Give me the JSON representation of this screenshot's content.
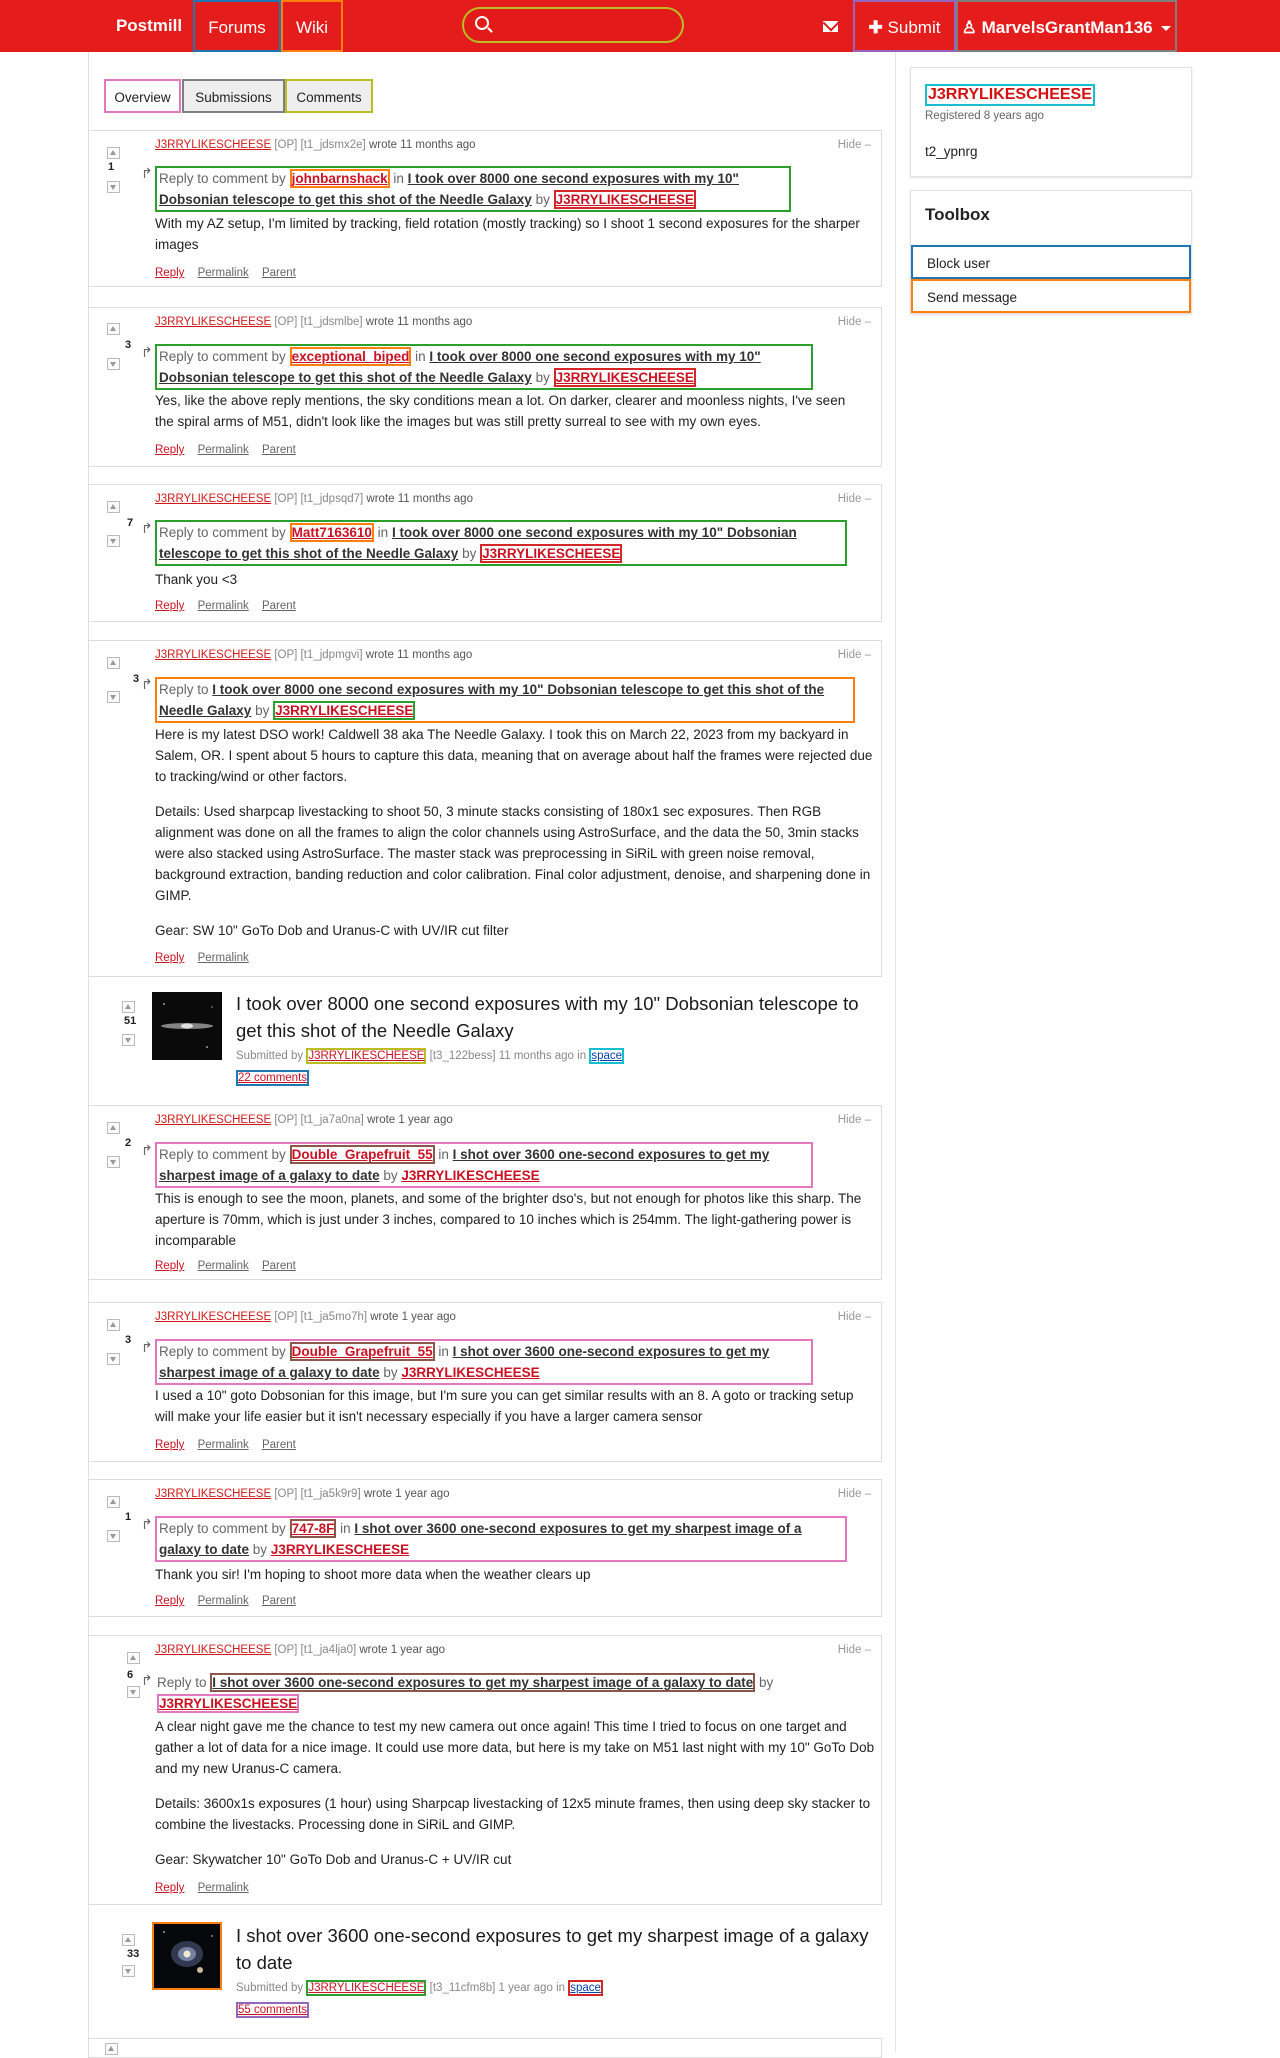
{
  "nav": {
    "brand": "Postmill",
    "forums": "Forums",
    "wiki": "Wiki",
    "search_placeholder": "",
    "submit": "Submit",
    "user": "MarvelsGrantMan136"
  },
  "tabs": [
    "Overview",
    "Submissions",
    "Comments"
  ],
  "sidebar": {
    "username": "J3RRYLIKESCHEESE",
    "registered": "Registered 8 years ago",
    "user_id": "t2_ypnrg",
    "toolbox_title": "Toolbox",
    "block_user": "Block user",
    "send_message": "Send message"
  },
  "labels": {
    "op": "[OP]",
    "wrote": "wrote",
    "hide": "Hide –",
    "reply_to_comment_by": "Reply to comment by",
    "reply_to": "Reply to",
    "in": "in",
    "by": "by",
    "reply": "Reply",
    "permalink": "Permalink",
    "parent": "Parent",
    "submitted_by": "Submitted by",
    "in_word": "in"
  },
  "comments": [
    {
      "author": "J3RRYLIKESCHEESE",
      "id": "[t1_jdsmx2e]",
      "time": "11 months ago",
      "score": "1",
      "reply_user": "johnbarnshack",
      "post": "I took over 8000 one second exposures with my 10\" Dobsonian telescope to get this shot of the Needle Galaxy",
      "post_author": "J3RRYLIKESCHEESE",
      "body": [
        "With my AZ setup, I'm limited by tracking, field rotation (mostly tracking) so I shoot 1 second exposures for the sharper images"
      ]
    },
    {
      "author": "J3RRYLIKESCHEESE",
      "id": "[t1_jdsmlbe]",
      "time": "11 months ago",
      "score": "3",
      "reply_user": "exceptional_biped",
      "post": "I took over 8000 one second exposures with my 10\" Dobsonian telescope to get this shot of the Needle Galaxy",
      "post_author": "J3RRYLIKESCHEESE",
      "body": [
        "Yes, like the above reply mentions, the sky conditions mean a lot. On darker, clearer and moonless nights, I've seen the spiral arms of M51, didn't look like the images but was still pretty surreal to see with my own eyes."
      ]
    },
    {
      "author": "J3RRYLIKESCHEESE",
      "id": "[t1_jdpsqd7]",
      "time": "11 months ago",
      "score": "7",
      "reply_user": "Matt7163610",
      "post": "I took over 8000 one second exposures with my 10\" Dobsonian telescope to get this shot of the Needle Galaxy",
      "post_author": "J3RRYLIKESCHEESE",
      "body": [
        "Thank you <3"
      ]
    },
    {
      "author": "J3RRYLIKESCHEESE",
      "id": "[t1_jdpmgvi]",
      "time": "11 months ago",
      "score": "3",
      "post": "I took over 8000 one second exposures with my 10\" Dobsonian telescope to get this shot of the Needle Galaxy",
      "post_author": "J3RRYLIKESCHEESE",
      "body": [
        "Here is my latest DSO work! Caldwell 38 aka The Needle Galaxy. I took this on March 22, 2023 from my backyard in Salem, OR. I spent about 5 hours to capture this data, meaning that on average about half the frames were rejected due to tracking/wind or other factors.",
        "Details: Used sharpcap livestacking to shoot 50, 3 minute stacks consisting of 180x1 sec exposures. Then RGB alignment was done on all the frames to align the color channels using AstroSurface, and the data the 50, 3min stacks were also stacked using AstroSurface. The master stack was preprocessing in SiRiL with green noise removal, background extraction, banding reduction and color calibration. Final color adjustment, denoise, and sharpening done in GIMP.",
        "Gear: SW 10\" GoTo Dob and Uranus-C with UV/IR cut filter"
      ]
    },
    {
      "author": "J3RRYLIKESCHEESE",
      "id": "[t1_ja7a0na]",
      "time": "1 year ago",
      "score": "2",
      "reply_user": "Double_Grapefruit_55",
      "post": "I shot over 3600 one-second exposures to get my sharpest image of a galaxy to date",
      "post_author": "J3RRYLIKESCHEESE",
      "body": [
        "This is enough to see the moon, planets, and some of the brighter dso's, but not enough for photos like this sharp. The aperture is 70mm, which is just under 3 inches, compared to 10 inches which is 254mm. The light-gathering power is incomparable"
      ]
    },
    {
      "author": "J3RRYLIKESCHEESE",
      "id": "[t1_ja5mo7h]",
      "time": "1 year ago",
      "score": "3",
      "reply_user": "Double_Grapefruit_55",
      "post": "I shot over 3600 one-second exposures to get my sharpest image of a galaxy to date",
      "post_author": "J3RRYLIKESCHEESE",
      "body": [
        "I used a 10\" goto Dobsonian for this image, but I'm sure you can get similar results with an 8. A goto or tracking setup will make your life easier but it isn't necessary especially if you have a larger camera sensor"
      ]
    },
    {
      "author": "J3RRYLIKESCHEESE",
      "id": "[t1_ja5k9r9]",
      "time": "1 year ago",
      "score": "1",
      "reply_user": "747-8F",
      "post": "I shot over 3600 one-second exposures to get my sharpest image of a galaxy to date",
      "post_author": "J3RRYLIKESCHEESE",
      "body": [
        "Thank you sir! I'm hoping to shoot more data when the weather clears up"
      ]
    },
    {
      "author": "J3RRYLIKESCHEESE",
      "id": "[t1_ja4lja0]",
      "time": "1 year ago",
      "score": "6",
      "post": "I shot over 3600 one-second exposures to get my sharpest image of a galaxy to date",
      "post_author": "J3RRYLIKESCHEESE",
      "body": [
        "A clear night gave me the chance to test my new camera out once again! This time I tried to focus on one target and gather a lot of data for a nice image. It could use more data, but here is my take on M51 last night with my 10\" GoTo Dob and my new Uranus-C camera.",
        "Details: 3600x1s exposures (1 hour) using Sharpcap livestacking of 12x5 minute frames, then using deep sky stacker to combine the livestacks. Processing done in SiRiL and GIMP.",
        "Gear: Skywatcher 10\" GoTo Dob and Uranus-C + UV/IR cut"
      ]
    }
  ],
  "submissions": [
    {
      "title": "I took over 8000 one second exposures with my 10\" Dobsonian telescope to get this shot of the Needle Galaxy",
      "score": "51",
      "author": "J3RRYLIKESCHEESE",
      "id": "[t3_122bess]",
      "time": "11 months ago",
      "forum": "space",
      "comments": "22 comments"
    },
    {
      "title": "I shot over 3600 one-second exposures to get my sharpest image of a galaxy to date",
      "score": "33",
      "author": "J3RRYLIKESCHEESE",
      "id": "[t3_11cfm8b]",
      "time": "1 year ago",
      "forum": "space",
      "comments": "55 comments"
    }
  ]
}
